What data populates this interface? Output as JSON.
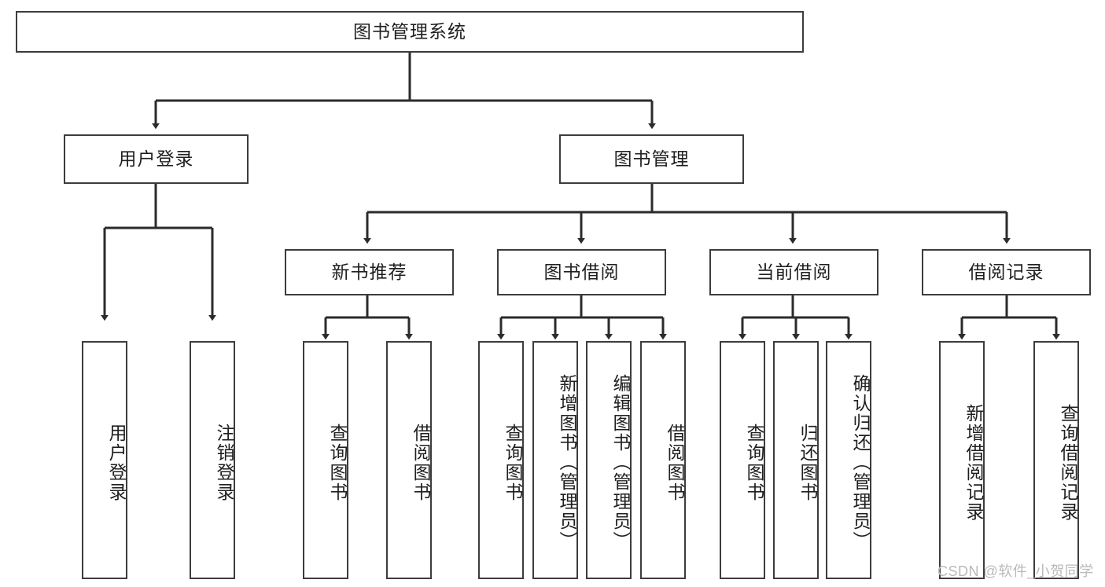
{
  "diagram": {
    "title": "图书管理系统",
    "type": "tree",
    "watermark": "CSDN @软件_小贺同学",
    "colors": {
      "box_border": "#3c3c3c",
      "box_fill": "#ffffff",
      "connector": "#2b2b2b",
      "text": "#1f1f1f",
      "watermark": "#b9b9b9",
      "background": "#ffffff"
    },
    "root": {
      "label": "图书管理系统"
    },
    "level2": [
      {
        "label": "用户登录"
      },
      {
        "label": "图书管理"
      }
    ],
    "level3": [
      {
        "label": "新书推荐"
      },
      {
        "label": "图书借阅"
      },
      {
        "label": "当前借阅"
      },
      {
        "label": "借阅记录"
      }
    ],
    "leaves": {
      "user_login": [
        {
          "label": "用户登录"
        },
        {
          "label": "注销登录"
        }
      ],
      "new_book_recommend": [
        {
          "label": "查询图书"
        },
        {
          "label": "借阅图书"
        }
      ],
      "book_borrow": [
        {
          "label": "查询图书"
        },
        {
          "label": "新增图书（管理员）"
        },
        {
          "label": "编辑图书（管理员）"
        },
        {
          "label": "借阅图书"
        }
      ],
      "current_borrow": [
        {
          "label": "查询图书"
        },
        {
          "label": "归还图书"
        },
        {
          "label": "确认归还（管理员）"
        }
      ],
      "borrow_record": [
        {
          "label": "新增借阅记录"
        },
        {
          "label": "查询借阅记录"
        }
      ]
    }
  }
}
